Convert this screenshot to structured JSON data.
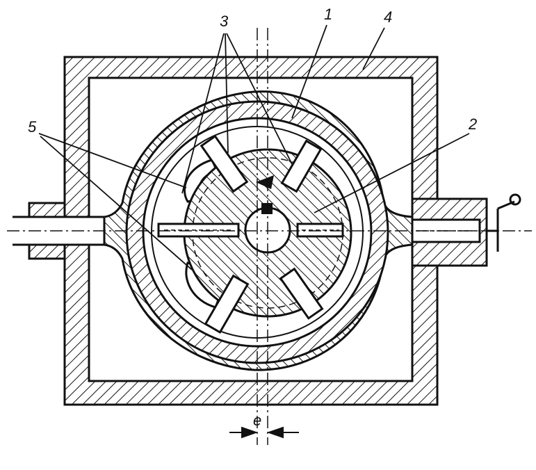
{
  "labels": {
    "vanes": "3",
    "stator_ring": "1",
    "housing": "4",
    "rotor": "2",
    "ports": "5",
    "eccentricity": "e"
  },
  "colors": {
    "ink": "#111111",
    "paper": "#ffffff"
  }
}
